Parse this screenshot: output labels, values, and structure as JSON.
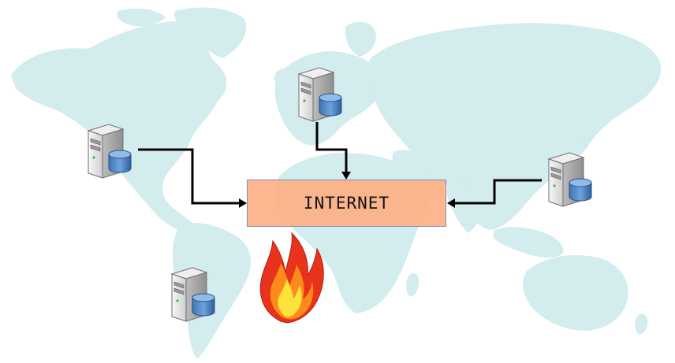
{
  "internet": {
    "label": "INTERNET"
  },
  "colors": {
    "map_land": "#d3ecee",
    "internet_box_fill": "#fdb086",
    "internet_box_border": "#7a8fb0",
    "connector": "#000000",
    "server_body": "#e6e6e6",
    "database": "#5b8fc9",
    "flame_outer": "#e8321c",
    "flame_inner": "#ffe23a"
  },
  "icons": {
    "server": "server-with-database-icon",
    "fire": "fire-icon",
    "map": "world-map"
  },
  "servers": [
    {
      "name": "server-north-america"
    },
    {
      "name": "server-europe"
    },
    {
      "name": "server-asia"
    },
    {
      "name": "server-south-america"
    }
  ],
  "connections": [
    {
      "from": "server-north-america",
      "to": "internet"
    },
    {
      "from": "server-europe",
      "to": "internet"
    },
    {
      "from": "server-asia",
      "to": "internet"
    }
  ]
}
